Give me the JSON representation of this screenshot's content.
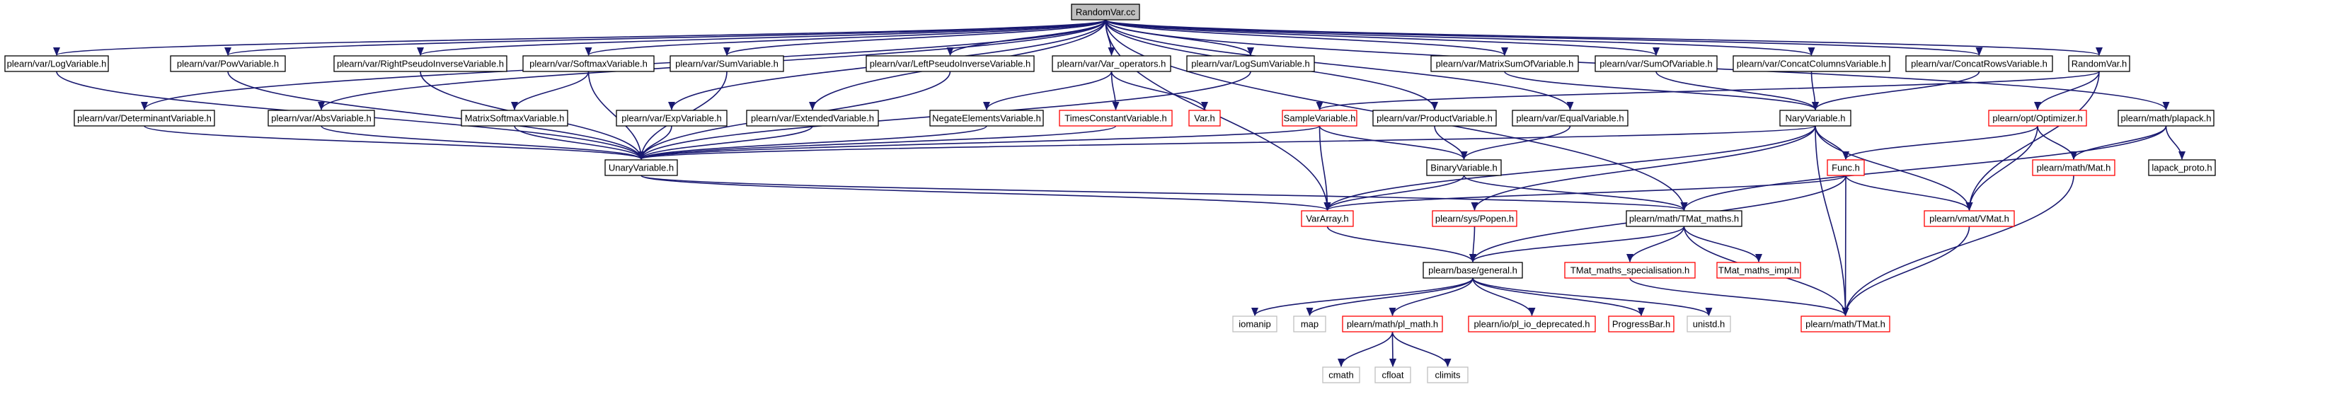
{
  "colors": {
    "edge": "#191970",
    "root_fill": "#bfbfbf",
    "normal_fill": "#ffffff",
    "normal_border": "#000000",
    "truncated_border": "#ff0000",
    "external_border": "#bfbfbf",
    "external_text": "#555555"
  },
  "nodes": [
    {
      "id": "randomvar_cc",
      "label": "RandomVar.cc",
      "kind": "root",
      "icon": "graph-node"
    },
    {
      "id": "logvariable",
      "label": "plearn/var/LogVariable.h",
      "kind": "normal"
    },
    {
      "id": "powvariable",
      "label": "plearn/var/PowVariable.h",
      "kind": "normal"
    },
    {
      "id": "rightpseudo",
      "label": "plearn/var/RightPseudoInverseVariable.h",
      "kind": "normal"
    },
    {
      "id": "softmaxvariable",
      "label": "plearn/var/SoftmaxVariable.h",
      "kind": "normal"
    },
    {
      "id": "sumvariable",
      "label": "plearn/var/SumVariable.h",
      "kind": "normal"
    },
    {
      "id": "leftpseudo",
      "label": "plearn/var/LeftPseudoInverseVariable.h",
      "kind": "normal"
    },
    {
      "id": "var_operators",
      "label": "plearn/var/Var_operators.h",
      "kind": "normal"
    },
    {
      "id": "logsumvariable",
      "label": "plearn/var/LogSumVariable.h",
      "kind": "normal"
    },
    {
      "id": "matrixsumof",
      "label": "plearn/var/MatrixSumOfVariable.h",
      "kind": "normal"
    },
    {
      "id": "sumofvariable",
      "label": "plearn/var/SumOfVariable.h",
      "kind": "normal"
    },
    {
      "id": "concatcolumns",
      "label": "plearn/var/ConcatColumnsVariable.h",
      "kind": "normal"
    },
    {
      "id": "concatrows",
      "label": "plearn/var/ConcatRowsVariable.h",
      "kind": "normal"
    },
    {
      "id": "randomvar_h",
      "label": "RandomVar.h",
      "kind": "normal"
    },
    {
      "id": "plapack",
      "label": "plearn/math/plapack.h",
      "kind": "normal"
    },
    {
      "id": "determinant",
      "label": "plearn/var/DeterminantVariable.h",
      "kind": "normal"
    },
    {
      "id": "absvariable",
      "label": "plearn/var/AbsVariable.h",
      "kind": "normal"
    },
    {
      "id": "matrixsoftmax",
      "label": "MatrixSoftmaxVariable.h",
      "kind": "normal"
    },
    {
      "id": "expvariable",
      "label": "plearn/var/ExpVariable.h",
      "kind": "normal"
    },
    {
      "id": "extendedvariable",
      "label": "plearn/var/ExtendedVariable.h",
      "kind": "normal"
    },
    {
      "id": "negateelements",
      "label": "NegateElementsVariable.h",
      "kind": "normal"
    },
    {
      "id": "timesconstant",
      "label": "TimesConstantVariable.h",
      "kind": "truncated"
    },
    {
      "id": "var_h",
      "label": "Var.h",
      "kind": "truncated"
    },
    {
      "id": "samplevariable",
      "label": "SampleVariable.h",
      "kind": "truncated"
    },
    {
      "id": "productvariable",
      "label": "plearn/var/ProductVariable.h",
      "kind": "normal"
    },
    {
      "id": "equalvariable",
      "label": "plearn/var/EqualVariable.h",
      "kind": "normal"
    },
    {
      "id": "naryvariable",
      "label": "NaryVariable.h",
      "kind": "normal"
    },
    {
      "id": "optimizer",
      "label": "plearn/opt/Optimizer.h",
      "kind": "truncated"
    },
    {
      "id": "unaryvariable",
      "label": "UnaryVariable.h",
      "kind": "normal"
    },
    {
      "id": "binaryvariable",
      "label": "BinaryVariable.h",
      "kind": "normal"
    },
    {
      "id": "func",
      "label": "Func.h",
      "kind": "truncated"
    },
    {
      "id": "mat",
      "label": "plearn/math/Mat.h",
      "kind": "truncated"
    },
    {
      "id": "lapack_proto",
      "label": "lapack_proto.h",
      "kind": "normal"
    },
    {
      "id": "vararray",
      "label": "VarArray.h",
      "kind": "truncated"
    },
    {
      "id": "popen",
      "label": "plearn/sys/Popen.h",
      "kind": "truncated"
    },
    {
      "id": "tmat_maths",
      "label": "plearn/math/TMat_maths.h",
      "kind": "normal"
    },
    {
      "id": "vmat",
      "label": "plearn/vmat/VMat.h",
      "kind": "truncated"
    },
    {
      "id": "general",
      "label": "plearn/base/general.h",
      "kind": "normal"
    },
    {
      "id": "tmat_spec",
      "label": "TMat_maths_specialisation.h",
      "kind": "truncated"
    },
    {
      "id": "tmat_impl",
      "label": "TMat_maths_impl.h",
      "kind": "truncated"
    },
    {
      "id": "iomanip",
      "label": "iomanip",
      "kind": "external"
    },
    {
      "id": "map",
      "label": "map",
      "kind": "external"
    },
    {
      "id": "pl_math",
      "label": "plearn/math/pl_math.h",
      "kind": "truncated"
    },
    {
      "id": "pl_io_deprecated",
      "label": "plearn/io/pl_io_deprecated.h",
      "kind": "truncated"
    },
    {
      "id": "progressbar",
      "label": "ProgressBar.h",
      "kind": "truncated"
    },
    {
      "id": "unistd",
      "label": "unistd.h",
      "kind": "external"
    },
    {
      "id": "tmat",
      "label": "plearn/math/TMat.h",
      "kind": "truncated"
    },
    {
      "id": "cmath",
      "label": "cmath",
      "kind": "external"
    },
    {
      "id": "cfloat",
      "label": "cfloat",
      "kind": "external"
    },
    {
      "id": "climits",
      "label": "climits",
      "kind": "external"
    }
  ],
  "edges": [
    [
      "randomvar_cc",
      "logvariable"
    ],
    [
      "randomvar_cc",
      "powvariable"
    ],
    [
      "randomvar_cc",
      "rightpseudo"
    ],
    [
      "randomvar_cc",
      "softmaxvariable"
    ],
    [
      "randomvar_cc",
      "sumvariable"
    ],
    [
      "randomvar_cc",
      "leftpseudo"
    ],
    [
      "randomvar_cc",
      "var_operators"
    ],
    [
      "randomvar_cc",
      "logsumvariable"
    ],
    [
      "randomvar_cc",
      "matrixsumof"
    ],
    [
      "randomvar_cc",
      "sumofvariable"
    ],
    [
      "randomvar_cc",
      "concatcolumns"
    ],
    [
      "randomvar_cc",
      "concatrows"
    ],
    [
      "randomvar_cc",
      "randomvar_h"
    ],
    [
      "randomvar_cc",
      "plapack"
    ],
    [
      "randomvar_cc",
      "determinant"
    ],
    [
      "randomvar_cc",
      "absvariable"
    ],
    [
      "randomvar_cc",
      "expvariable"
    ],
    [
      "randomvar_cc",
      "extendedvariable"
    ],
    [
      "randomvar_cc",
      "productvariable"
    ],
    [
      "randomvar_cc",
      "equalvariable"
    ],
    [
      "randomvar_cc",
      "vararray"
    ],
    [
      "randomvar_cc",
      "tmat_maths"
    ],
    [
      "logvariable",
      "unaryvariable"
    ],
    [
      "powvariable",
      "unaryvariable"
    ],
    [
      "rightpseudo",
      "unaryvariable"
    ],
    [
      "softmaxvariable",
      "unaryvariable"
    ],
    [
      "softmaxvariable",
      "matrixsoftmax"
    ],
    [
      "sumvariable",
      "unaryvariable"
    ],
    [
      "leftpseudo",
      "unaryvariable"
    ],
    [
      "var_operators",
      "negateelements"
    ],
    [
      "var_operators",
      "timesconstant"
    ],
    [
      "var_operators",
      "var_h"
    ],
    [
      "logsumvariable",
      "unaryvariable"
    ],
    [
      "matrixsumof",
      "naryvariable"
    ],
    [
      "sumofvariable",
      "naryvariable"
    ],
    [
      "concatcolumns",
      "naryvariable"
    ],
    [
      "concatrows",
      "naryvariable"
    ],
    [
      "randomvar_h",
      "samplevariable"
    ],
    [
      "randomvar_h",
      "optimizer"
    ],
    [
      "randomvar_h",
      "vmat"
    ],
    [
      "plapack",
      "mat"
    ],
    [
      "plapack",
      "lapack_proto"
    ],
    [
      "plapack",
      "tmat_maths"
    ],
    [
      "determinant",
      "unaryvariable"
    ],
    [
      "absvariable",
      "unaryvariable"
    ],
    [
      "matrixsoftmax",
      "unaryvariable"
    ],
    [
      "expvariable",
      "unaryvariable"
    ],
    [
      "extendedvariable",
      "unaryvariable"
    ],
    [
      "negateelements",
      "unaryvariable"
    ],
    [
      "timesconstant",
      "unaryvariable"
    ],
    [
      "samplevariable",
      "unaryvariable"
    ],
    [
      "samplevariable",
      "binaryvariable"
    ],
    [
      "samplevariable",
      "vararray"
    ],
    [
      "productvariable",
      "binaryvariable"
    ],
    [
      "equalvariable",
      "binaryvariable"
    ],
    [
      "naryvariable",
      "unaryvariable"
    ],
    [
      "naryvariable",
      "func"
    ],
    [
      "naryvariable",
      "vararray"
    ],
    [
      "naryvariable",
      "popen"
    ],
    [
      "naryvariable",
      "vmat"
    ],
    [
      "naryvariable",
      "tmat"
    ],
    [
      "optimizer",
      "func"
    ],
    [
      "optimizer",
      "mat"
    ],
    [
      "optimizer",
      "vmat"
    ],
    [
      "unaryvariable",
      "vararray"
    ],
    [
      "unaryvariable",
      "tmat_maths"
    ],
    [
      "binaryvariable",
      "vararray"
    ],
    [
      "binaryvariable",
      "tmat_maths"
    ],
    [
      "func",
      "vararray"
    ],
    [
      "func",
      "general"
    ],
    [
      "func",
      "vmat"
    ],
    [
      "func",
      "tmat"
    ],
    [
      "mat",
      "tmat"
    ],
    [
      "vararray",
      "general"
    ],
    [
      "popen",
      "general"
    ],
    [
      "tmat_maths",
      "general"
    ],
    [
      "tmat_maths",
      "tmat_spec"
    ],
    [
      "tmat_maths",
      "tmat_impl"
    ],
    [
      "tmat_maths",
      "tmat"
    ],
    [
      "vmat",
      "tmat"
    ],
    [
      "tmat_spec",
      "tmat"
    ],
    [
      "general",
      "iomanip"
    ],
    [
      "general",
      "map"
    ],
    [
      "general",
      "pl_math"
    ],
    [
      "general",
      "pl_io_deprecated"
    ],
    [
      "general",
      "progressbar"
    ],
    [
      "general",
      "unistd"
    ],
    [
      "pl_math",
      "cmath"
    ],
    [
      "pl_math",
      "cfloat"
    ],
    [
      "pl_math",
      "climits"
    ]
  ]
}
